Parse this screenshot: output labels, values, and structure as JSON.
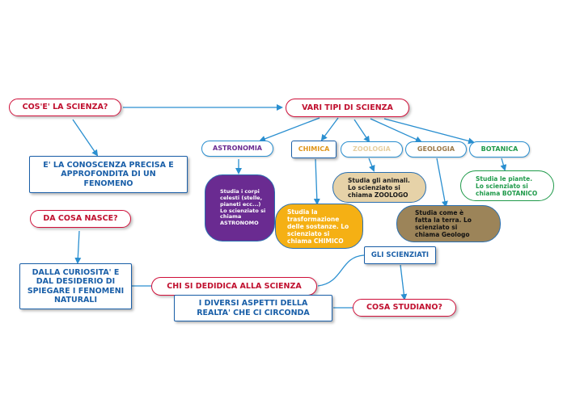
{
  "nodes": {
    "cose_scienza": "COS'E' LA SCIENZA?",
    "vari_tipi": "VARI TIPI DI SCIENZA",
    "conoscenza": "E' LA CONOSCENZA PRECISA E APPROFONDITA DI UN FENOMENO",
    "da_cosa_nasce": "DA COSA NASCE?",
    "curiosita": "DALLA CURIOSITA' E DAL DESIDERIO DI SPIEGARE I FENOMENI NATURALI",
    "chi_si_dedica": "CHI SI DEDIDICA ALLA SCIENZA",
    "gli_scienziati": "GLI SCIENZIATI",
    "cosa_studiano": "COSA STUDIANO?",
    "diversi_aspetti": "I DIVERSI ASPETTI DELLA REALTA' CHE CI CIRCONDA",
    "astronomia": "ASTRONOMIA",
    "chimica": "CHIMICA",
    "zoologia": "ZOOLOGIA",
    "geologia": "GEOLOGIA",
    "botanica": "BOTANICA",
    "astronomia_desc": "Studia i corpi celesti (stelle, pianeti ecc...) Lo scienziato si chiama ASTRONOMO",
    "chimica_desc": "Studia la trasformazione delle sostanze. Lo scienziato si chiama CHIMICO",
    "zoologia_desc": "Studia gli animali. Lo scienziato si chiama ZOOLOGO",
    "geologia_desc": "Studia come è fatta la terra. Lo scienziato si chiama Geologo",
    "botanica_desc": "Studia le piante. Lo scienziato si chiama BOTANICO"
  },
  "colors": {
    "red": "#d0103a",
    "blue": "#1a5fa8",
    "astronomia": "#6a2b91",
    "chimica": "#f5b014",
    "zoologia": "#e6d2a8",
    "geologia": "#9c8459",
    "botanica": "#1f9a4a"
  }
}
